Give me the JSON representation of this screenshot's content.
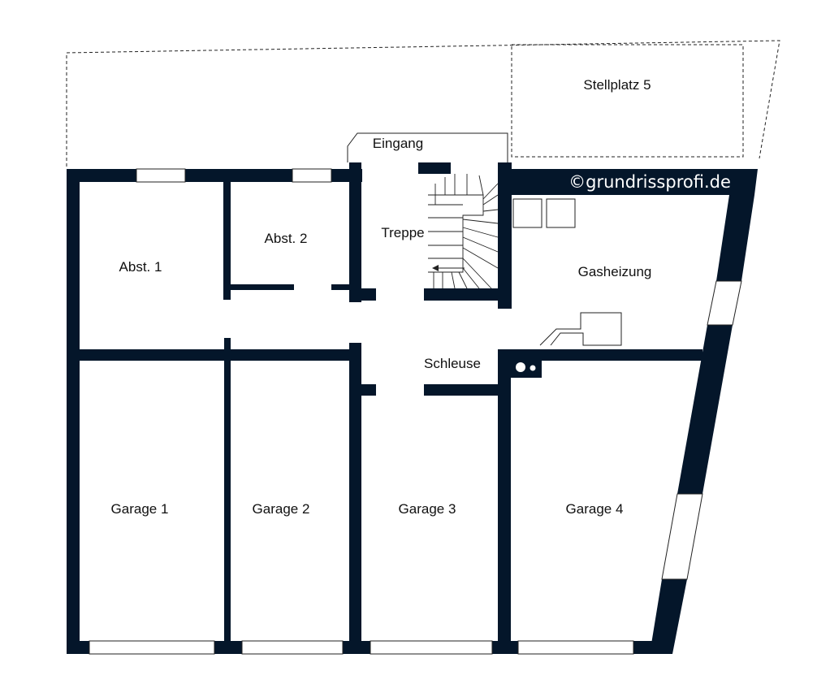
{
  "colors": {
    "wall": "#04162a",
    "line": "#222222",
    "background": "#ffffff"
  },
  "labels": {
    "stellplatz": "Stellplatz 5",
    "eingang": "Eingang",
    "treppe": "Treppe",
    "abst1": "Abst. 1",
    "abst2": "Abst. 2",
    "gasheizung": "Gasheizung",
    "schleuse": "Schleuse",
    "garage1": "Garage 1",
    "garage2": "Garage 2",
    "garage3": "Garage 3",
    "garage4": "Garage 4"
  },
  "watermark": "©grundrissprofi.de"
}
